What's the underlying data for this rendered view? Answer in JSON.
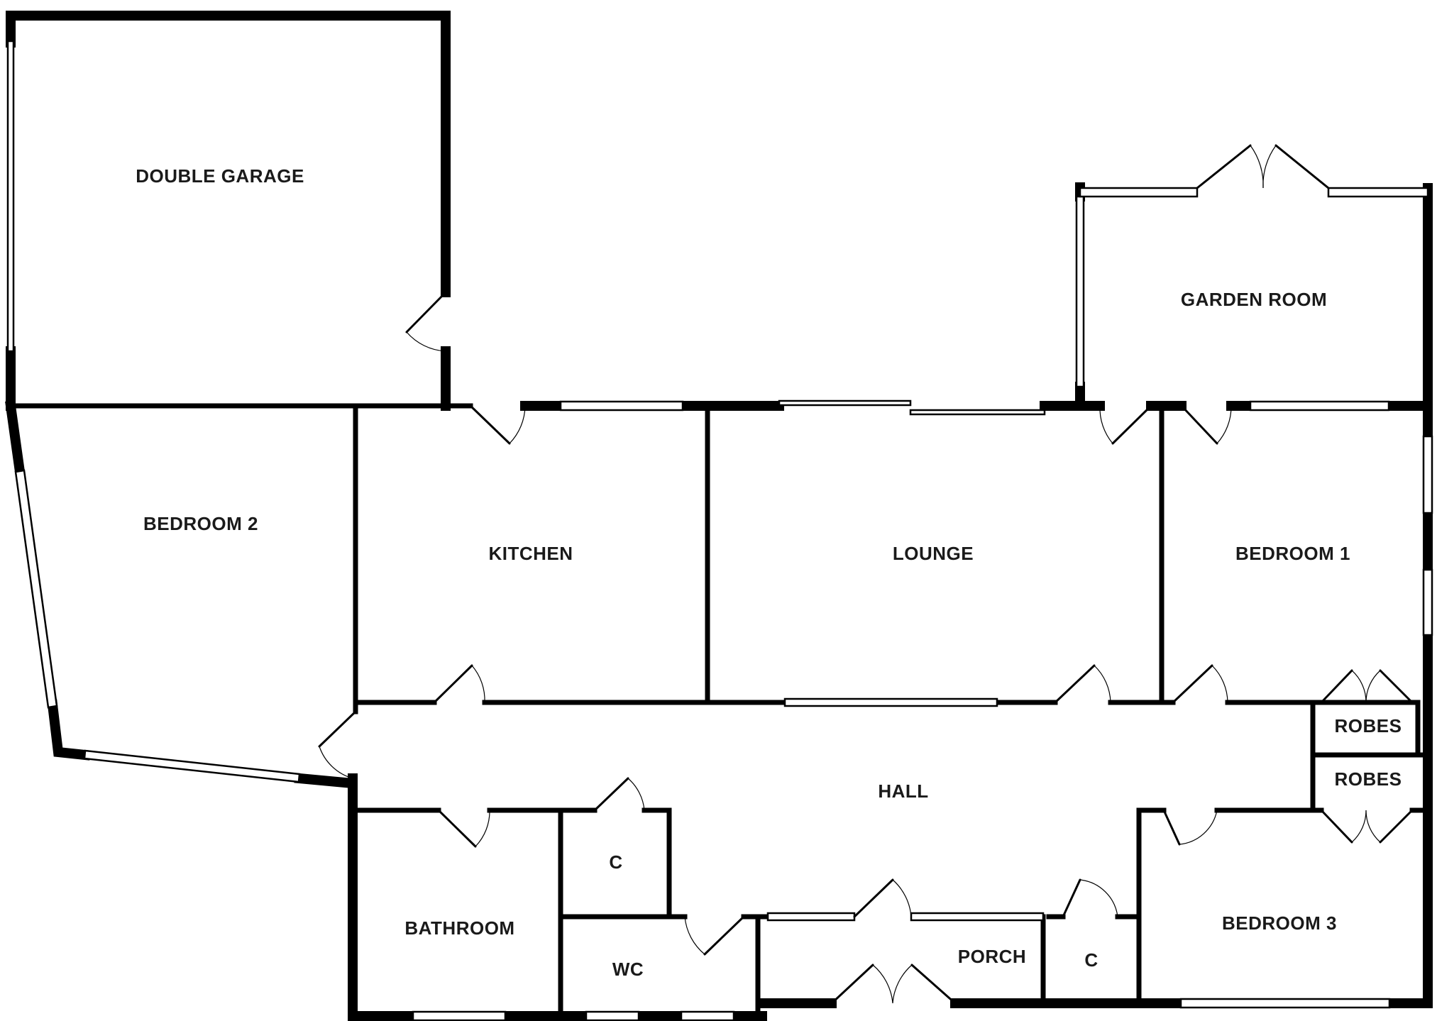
{
  "rooms": {
    "double_garage": "DOUBLE GARAGE",
    "garden_room": "GARDEN ROOM",
    "bedroom_2": "BEDROOM 2",
    "kitchen": "KITCHEN",
    "lounge": "LOUNGE",
    "bedroom_1": "BEDROOM 1",
    "robes_1": "ROBES",
    "robes_2": "ROBES",
    "hall": "HALL",
    "cupboard_1": "C",
    "bathroom": "BATHROOM",
    "wc": "WC",
    "porch": "PORCH",
    "cupboard_2": "C",
    "bedroom_3": "BEDROOM 3"
  }
}
